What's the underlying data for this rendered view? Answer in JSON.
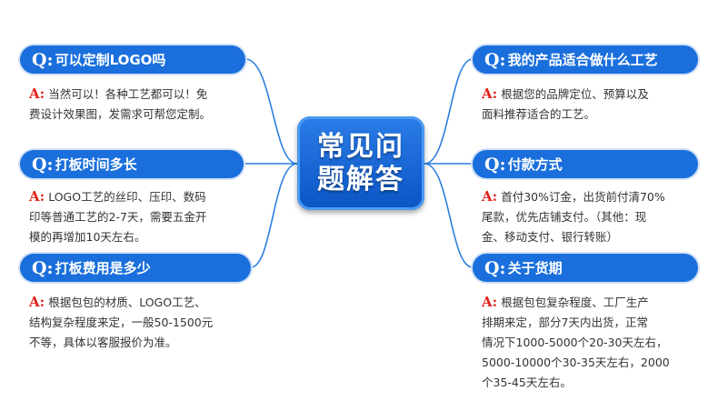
{
  "center_title": {
    "line1": "常见问",
    "line2": "题解答"
  },
  "q_marker": "Q:",
  "a_marker": "A:",
  "colors": {
    "pill": "#1a6fdc",
    "answer_marker": "#e2231a",
    "connector": "#2d7fe0"
  },
  "faqs": [
    {
      "q": "可以定制LOGO吗",
      "a": [
        "当然可以！各种工艺都可以！免",
        "费设计效果图，发需求可帮您定制。"
      ]
    },
    {
      "q": "打板时间多长",
      "a": [
        "LOGO工艺的丝印、压印、数码",
        "印等普通工艺的2-7天，需要五金开",
        "模的再增加10天左右。"
      ]
    },
    {
      "q": "打板费用是多少",
      "a": [
        "根据包包的材质、LOGO工艺、",
        "结构复杂程度来定，一般50-1500元",
        "不等，具体以客服报价为准。"
      ]
    },
    {
      "q": "我的产品适合做什么工艺",
      "a": [
        "根据您的品牌定位、预算以及",
        "面料推荐适合的工艺。"
      ]
    },
    {
      "q": "付款方式",
      "a": [
        "首付30%订金，出货前付清70%",
        "尾款，优先店铺支付。（其他：现",
        "金、移动支付、银行转账）"
      ]
    },
    {
      "q": "关于货期",
      "a": [
        "根据包包复杂程度、工厂生产",
        "排期来定，部分7天内出货，正常",
        "情况下1000-5000个20-30天左右，",
        "5000-10000个30-35天左右，2000",
        "个35-45天左右。"
      ]
    }
  ]
}
